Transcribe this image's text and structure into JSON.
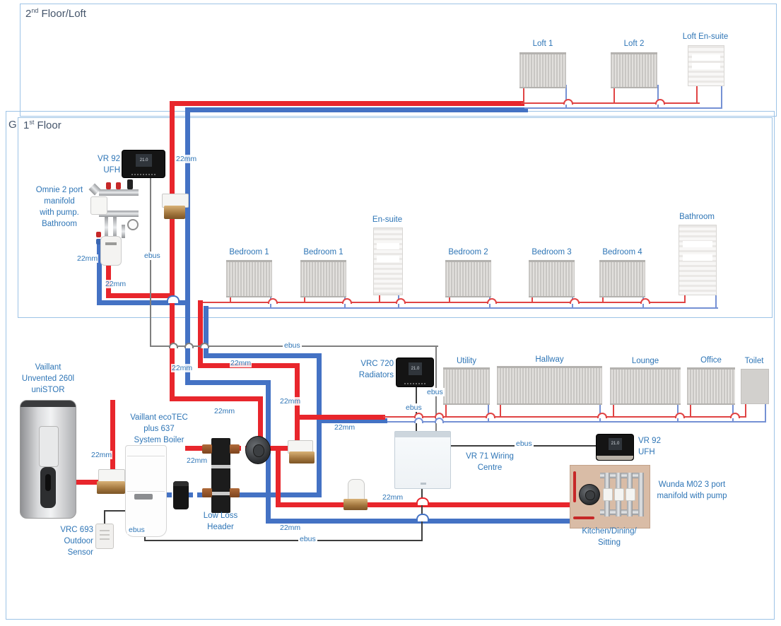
{
  "floors": {
    "loft": {
      "num": "2",
      "sup": "nd",
      "rest": " Floor/Loft"
    },
    "first": {
      "num": "1",
      "sup": "st",
      "rest": " Floor"
    },
    "ground": {
      "partial_label": "G"
    }
  },
  "radiators": {
    "loft": [
      {
        "name": "Loft 1"
      },
      {
        "name": "Loft 2"
      },
      {
        "name": "Loft En-suite"
      }
    ],
    "first": [
      {
        "name": "Bedroom 1"
      },
      {
        "name": "Bedroom 1"
      },
      {
        "name": "En-suite"
      },
      {
        "name": "Bedroom 2"
      },
      {
        "name": "Bedroom 3"
      },
      {
        "name": "Bedroom 4"
      },
      {
        "name": "Bathroom"
      }
    ],
    "ground": [
      {
        "name": "Utility"
      },
      {
        "name": "Hallway"
      },
      {
        "name": "Lounge"
      },
      {
        "name": "Office"
      },
      {
        "name": "Toilet"
      }
    ]
  },
  "labels": {
    "pipe_size": "22mm",
    "bus": "ebus"
  },
  "devices": {
    "vr92_left": {
      "lines": [
        "VR 92",
        "UFH"
      ],
      "screen": "21.0"
    },
    "omnie_manifold": {
      "lines": [
        "Omnie 2 port",
        "manifold",
        "with pump.",
        "Bathroom"
      ]
    },
    "cylinder": {
      "lines": [
        "Vaillant",
        "Unvented 260l",
        "uniSTOR"
      ]
    },
    "boiler": {
      "lines": [
        "Vaillant ecoTEC",
        "plus 637",
        "System Boiler"
      ]
    },
    "outdoor_sensor": {
      "lines": [
        "VRC 693",
        "Outdoor",
        "Sensor"
      ]
    },
    "low_loss_header": {
      "lines": [
        "Low Loss",
        "Header"
      ]
    },
    "vrc720": {
      "lines": [
        "VRC 720",
        "Radiators"
      ],
      "screen": "21.0"
    },
    "vr71": {
      "lines": [
        "VR 71 Wiring",
        "Centre"
      ]
    },
    "vr92_right": {
      "lines": [
        "VR 92",
        "UFH"
      ],
      "screen": "21.0"
    },
    "wunda_manifold": {
      "lines": [
        "Wunda M02 3 port",
        "manifold with pump"
      ]
    },
    "kitchen_zone": {
      "lines": [
        "Kitchen/Dining/",
        "Sitting"
      ]
    }
  },
  "colors": {
    "pipe_flow": "#e8262c",
    "pipe_return": "#4472c4",
    "label_text": "#2e75b6",
    "floor_title": "#44546a",
    "bus_wire": "#7f7f7f",
    "box_border": "#9dc3e6"
  }
}
